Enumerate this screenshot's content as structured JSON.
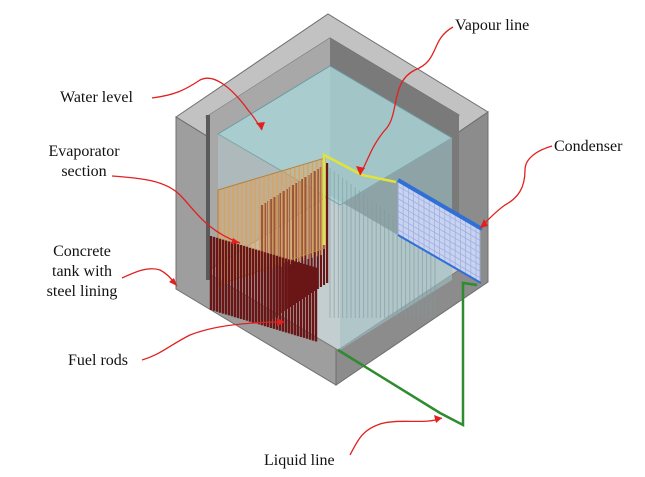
{
  "diagram": {
    "labels": {
      "vapour_line": "Vapour line",
      "water_level": "Water level",
      "condenser": "Condenser",
      "evaporator": [
        "Evaporator",
        "section"
      ],
      "concrete": [
        "Concrete",
        "tank with",
        "steel lining"
      ],
      "fuel_rods": "Fuel rods",
      "liquid_line": "Liquid line"
    },
    "colors": {
      "concrete_light": "#b9b9b9",
      "concrete_mid": "#9a9a9a",
      "concrete_dark": "#7d7d7d",
      "water": "#a9d3d6",
      "fuel_rod": "#6a1616",
      "evaporator": "#d9a15e",
      "condenser": "#c9d2ef",
      "condenser_edge": "#2f6fd6",
      "vapour_pipe": "#e1e23a",
      "liquid_pipe": "#2e8b2e",
      "callout": "#e22020"
    }
  }
}
